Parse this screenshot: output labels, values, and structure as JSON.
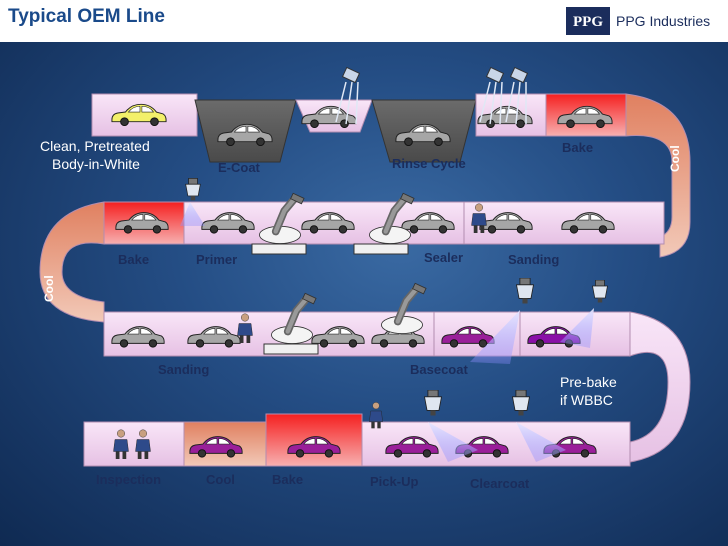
{
  "header": {
    "title": "Typical OEM Line",
    "logo_text": "PPG Industries",
    "logo_mark": "ppg-logo-icon"
  },
  "stations": {
    "clean_line1": "Clean, Pretreated",
    "clean_line2": "Body-in-White",
    "ecoat": "E-Coat",
    "rinse": "Rinse Cycle",
    "bake_top": "Bake",
    "cool_right": "Cool",
    "bake_mid": "Bake",
    "primer": "Primer",
    "sealer": "Sealer",
    "sanding_top": "Sanding",
    "cool_left": "Cool",
    "sanding_mid": "Sanding",
    "basecoat": "Basecoat",
    "prebake_line1": "Pre-bake",
    "prebake_line2": "if WBBC",
    "inspection": "Inspection",
    "cool_bottom": "Cool",
    "bake_bottom": "Bake",
    "pickup": "Pick-Up",
    "clearcoat": "Clearcoat"
  },
  "colors": {
    "track": "#f4d7f1",
    "track_edge": "#c8a9c8",
    "tank": "#5a5a5a",
    "body_yellow": "#f3f06a",
    "body_grey": "#a6a6a6",
    "body_purple": "#a020a0",
    "bake_red": "#e02020",
    "cool_salmon": "#e6a07a"
  }
}
